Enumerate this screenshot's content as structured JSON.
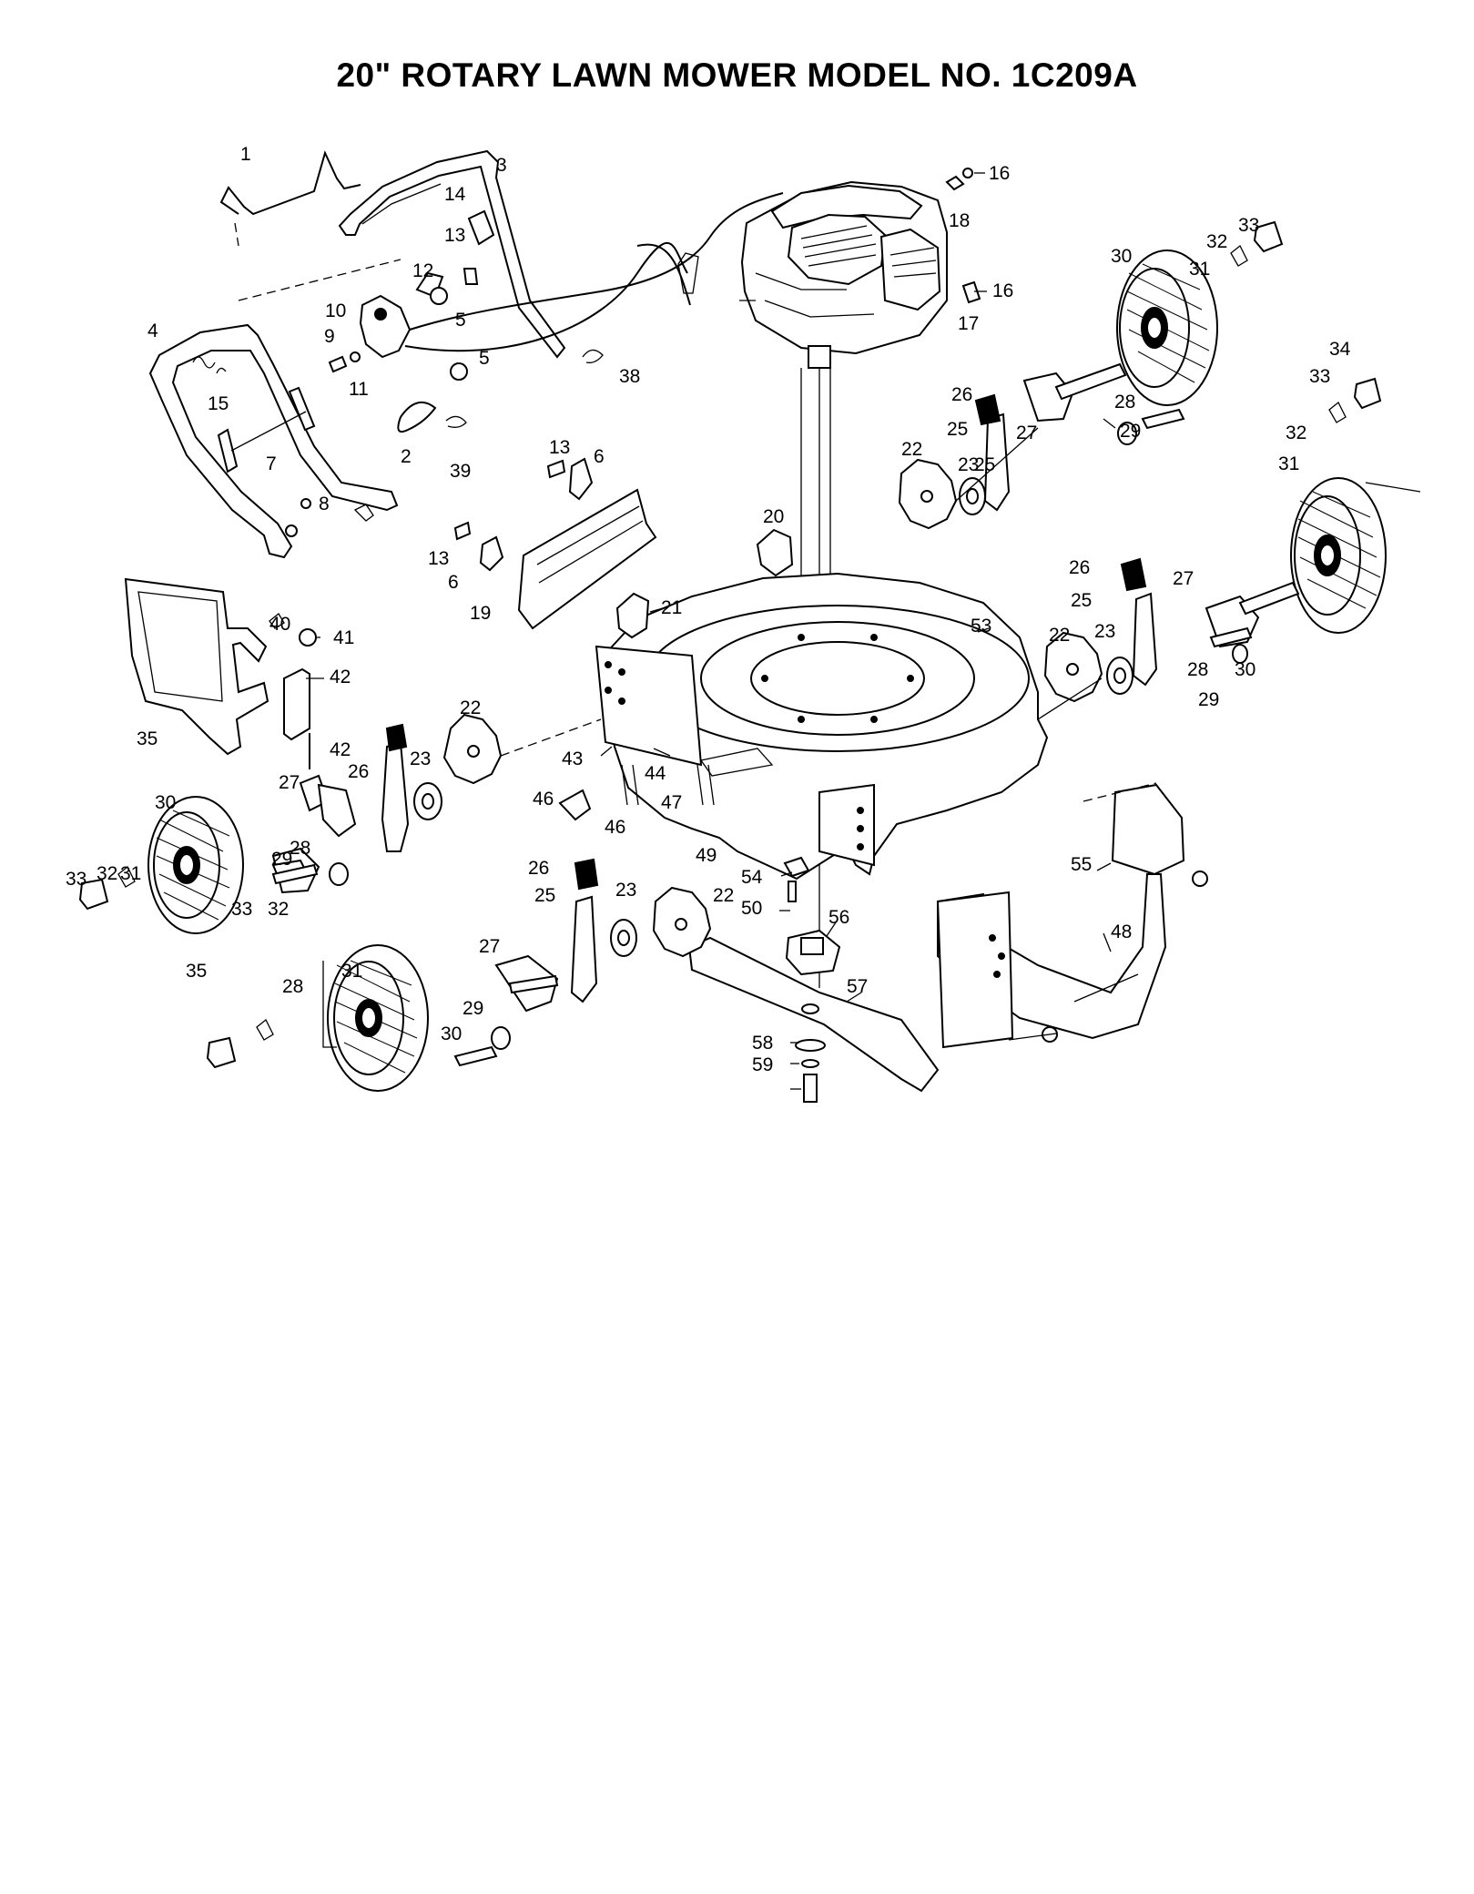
{
  "title": "20\" ROTARY LAWN MOWER MODEL NO.  1C209A",
  "callouts": [
    "1",
    "2",
    "3",
    "4",
    "5",
    "5",
    "6",
    "6",
    "7",
    "8",
    "9",
    "10",
    "11",
    "12",
    "13",
    "13",
    "13",
    "14",
    "15",
    "16",
    "16",
    "17",
    "18",
    "19",
    "20",
    "21",
    "22",
    "22",
    "22",
    "22",
    "23",
    "23",
    "23",
    "23",
    "25",
    "25",
    "25",
    "25",
    "26",
    "26",
    "26",
    "26",
    "27",
    "27",
    "27",
    "27",
    "28",
    "28",
    "28",
    "28",
    "29",
    "29",
    "29",
    "29",
    "30",
    "30",
    "30",
    "30",
    "31",
    "31",
    "31",
    "31",
    "32",
    "32",
    "32",
    "32",
    "33",
    "33",
    "33",
    "33",
    "34",
    "35",
    "35",
    "38",
    "39",
    "40",
    "41",
    "42",
    "42",
    "43",
    "44",
    "46",
    "46",
    "47",
    "48",
    "49",
    "50",
    "53",
    "54",
    "55",
    "56",
    "57",
    "58",
    "59"
  ]
}
